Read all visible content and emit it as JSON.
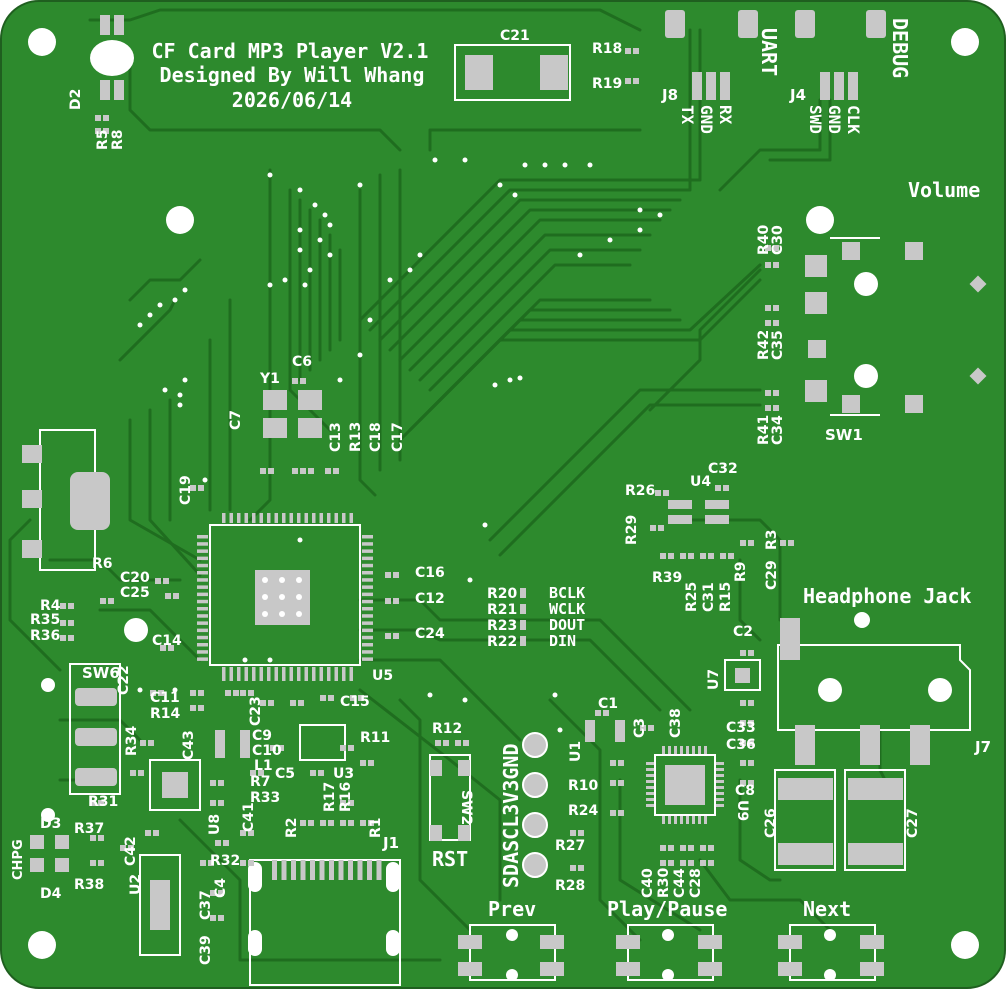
{
  "title_lines": [
    "CF Card MP3 Player V2.1",
    "Designed By Will Whang",
    "2026/06/14"
  ],
  "colors": {
    "board": "#2d8a2d",
    "trace": "#237323",
    "pad": "#c8c8c8",
    "silk": "#ffffff",
    "hole": "#ffffff"
  },
  "headers": {
    "uart": {
      "title": "UART",
      "ref": "J8",
      "pins": [
        "TX",
        "GND",
        "RX"
      ]
    },
    "debug": {
      "title": "DEBUG",
      "ref": "J4",
      "pins": [
        "SWD",
        "GND",
        "CLK"
      ]
    }
  },
  "i2s_labels": [
    {
      "ref": "R20",
      "signal": "BCLK"
    },
    {
      "ref": "R21",
      "signal": "WCLK"
    },
    {
      "ref": "R23",
      "signal": "DOUT"
    },
    {
      "ref": "R22",
      "signal": "DIN"
    }
  ],
  "labels": {
    "volume": "Volume",
    "sw1": "SW1",
    "headphone": "Headphone Jack",
    "j7": "J7",
    "rst": "RST",
    "sw2": "SW2",
    "sw6": "SW6",
    "j1": "J1",
    "prev": "Prev",
    "play": "Play/Pause",
    "next": "Next",
    "testpoints": "SDASCL3V3GND",
    "chpg": "CHPG"
  },
  "refdes": [
    {
      "t": "C21"
    },
    {
      "t": "R18"
    },
    {
      "t": "R19"
    },
    {
      "t": "D2"
    },
    {
      "t": "R5"
    },
    {
      "t": "R8"
    },
    {
      "t": "C6"
    },
    {
      "t": "Y1"
    },
    {
      "t": "C7"
    },
    {
      "t": "C13"
    },
    {
      "t": "R13"
    },
    {
      "t": "C18"
    },
    {
      "t": "C17"
    },
    {
      "t": "C19"
    },
    {
      "t": "R40"
    },
    {
      "t": "C30"
    },
    {
      "t": "R42"
    },
    {
      "t": "C35"
    },
    {
      "t": "R41"
    },
    {
      "t": "C34"
    },
    {
      "t": "R26"
    },
    {
      "t": "U4"
    },
    {
      "t": "C32"
    },
    {
      "t": "R29"
    },
    {
      "t": "R3"
    },
    {
      "t": "C29"
    },
    {
      "t": "R39"
    },
    {
      "t": "R25"
    },
    {
      "t": "C31"
    },
    {
      "t": "R15"
    },
    {
      "t": "R9"
    },
    {
      "t": "C16"
    },
    {
      "t": "C12"
    },
    {
      "t": "C24"
    },
    {
      "t": "R6"
    },
    {
      "t": "C20"
    },
    {
      "t": "C25"
    },
    {
      "t": "R4"
    },
    {
      "t": "R35"
    },
    {
      "t": "R36"
    },
    {
      "t": "C14"
    },
    {
      "t": "C22"
    },
    {
      "t": "U5"
    },
    {
      "t": "C11"
    },
    {
      "t": "R14"
    },
    {
      "t": "C15"
    },
    {
      "t": "C23"
    },
    {
      "t": "R34"
    },
    {
      "t": "C43"
    },
    {
      "t": "C9"
    },
    {
      "t": "C10"
    },
    {
      "t": "L1"
    },
    {
      "t": "C5"
    },
    {
      "t": "U3"
    },
    {
      "t": "R11"
    },
    {
      "t": "R7"
    },
    {
      "t": "R33"
    },
    {
      "t": "R31"
    },
    {
      "t": "R17"
    },
    {
      "t": "R16"
    },
    {
      "t": "R2"
    },
    {
      "t": "R1"
    },
    {
      "t": "R12"
    },
    {
      "t": "U1"
    },
    {
      "t": "C1"
    },
    {
      "t": "C3"
    },
    {
      "t": "C38"
    },
    {
      "t": "R10"
    },
    {
      "t": "R24"
    },
    {
      "t": "R27"
    },
    {
      "t": "R28"
    },
    {
      "t": "C2"
    },
    {
      "t": "U7"
    },
    {
      "t": "C33"
    },
    {
      "t": "C36"
    },
    {
      "t": "C8"
    },
    {
      "t": "U9"
    },
    {
      "t": "C26"
    },
    {
      "t": "C27"
    },
    {
      "t": "C40"
    },
    {
      "t": "R30"
    },
    {
      "t": "C44"
    },
    {
      "t": "C28"
    },
    {
      "t": "D3"
    },
    {
      "t": "R37"
    },
    {
      "t": "D4"
    },
    {
      "t": "R38"
    },
    {
      "t": "C42"
    },
    {
      "t": "U8"
    },
    {
      "t": "C41"
    },
    {
      "t": "R32"
    },
    {
      "t": "U2"
    },
    {
      "t": "C4"
    },
    {
      "t": "C39"
    },
    {
      "t": "C37"
    }
  ]
}
